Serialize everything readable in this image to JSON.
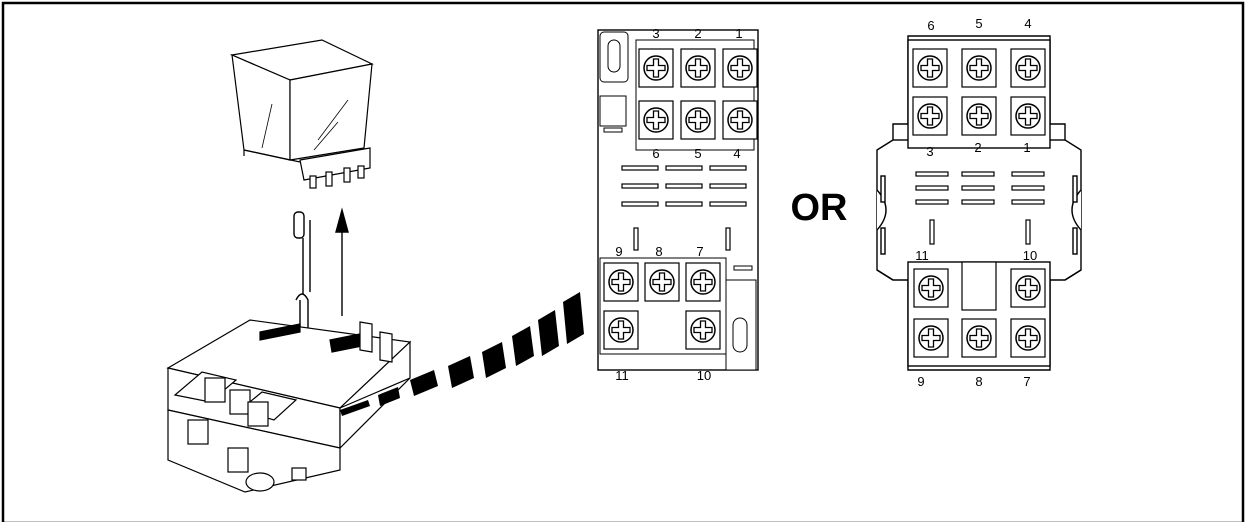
{
  "diagram": {
    "separator": "OR",
    "socket_a": {
      "top_row": [
        "3",
        "2",
        "1"
      ],
      "second_row": [
        "6",
        "5",
        "4"
      ],
      "upper_bottom_row": [
        "9",
        "8",
        "7"
      ],
      "lower_bottom_row": [
        "11",
        "10"
      ]
    },
    "socket_b": {
      "top_row": [
        "6",
        "5",
        "4"
      ],
      "second_row": [
        "3",
        "2",
        "1"
      ],
      "upper_bottom_row": [
        "11",
        "10"
      ],
      "lower_bottom_row": [
        "9",
        "8",
        "7"
      ]
    }
  }
}
